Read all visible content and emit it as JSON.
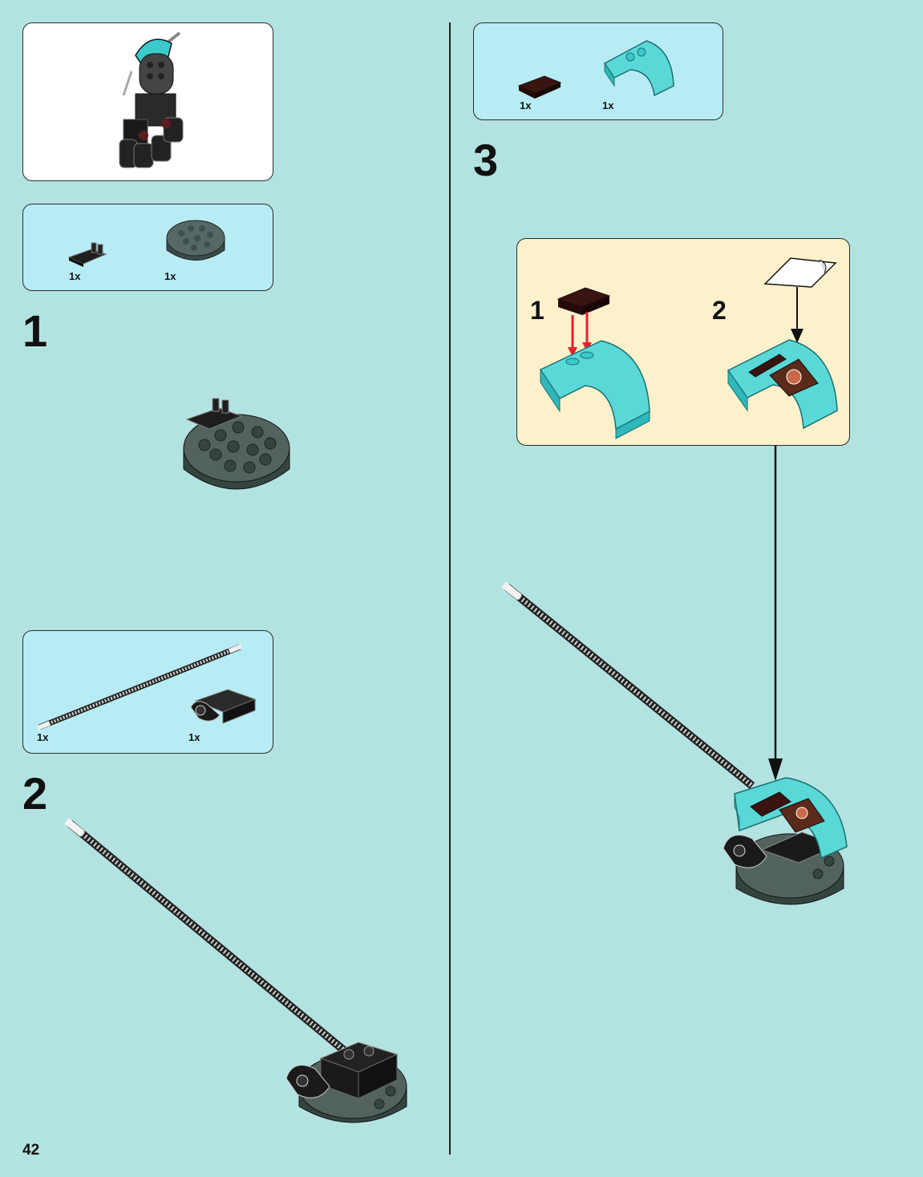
{
  "page_number": "42",
  "colors": {
    "background": "#b3e3e1",
    "parts_box": "#b8ecf5",
    "subassembly_box": "#fdf1cc",
    "callout_box": "#ffffff",
    "arrow_red": "#e8202e"
  },
  "callout": {
    "icon": "mini-figure-assembly-icon"
  },
  "steps": [
    {
      "number": "1",
      "parts": [
        {
          "qty": "1x",
          "icon": "black-clip-plate-icon"
        },
        {
          "qty": "1x",
          "icon": "round-dark-gray-plate-icon"
        }
      ]
    },
    {
      "number": "2",
      "parts": [
        {
          "qty": "1x",
          "icon": "flex-tube-icon"
        },
        {
          "qty": "1x",
          "icon": "black-clip-brick-icon"
        }
      ]
    },
    {
      "number": "3",
      "parts": [
        {
          "qty": "1x",
          "icon": "dark-brown-tile-icon"
        },
        {
          "qty": "1x",
          "icon": "turquoise-curved-slope-icon"
        }
      ],
      "substeps": [
        {
          "number": "1",
          "icon": "attach-tile-icon"
        },
        {
          "number": "2",
          "icon": "apply-sticker-icon"
        }
      ]
    }
  ]
}
